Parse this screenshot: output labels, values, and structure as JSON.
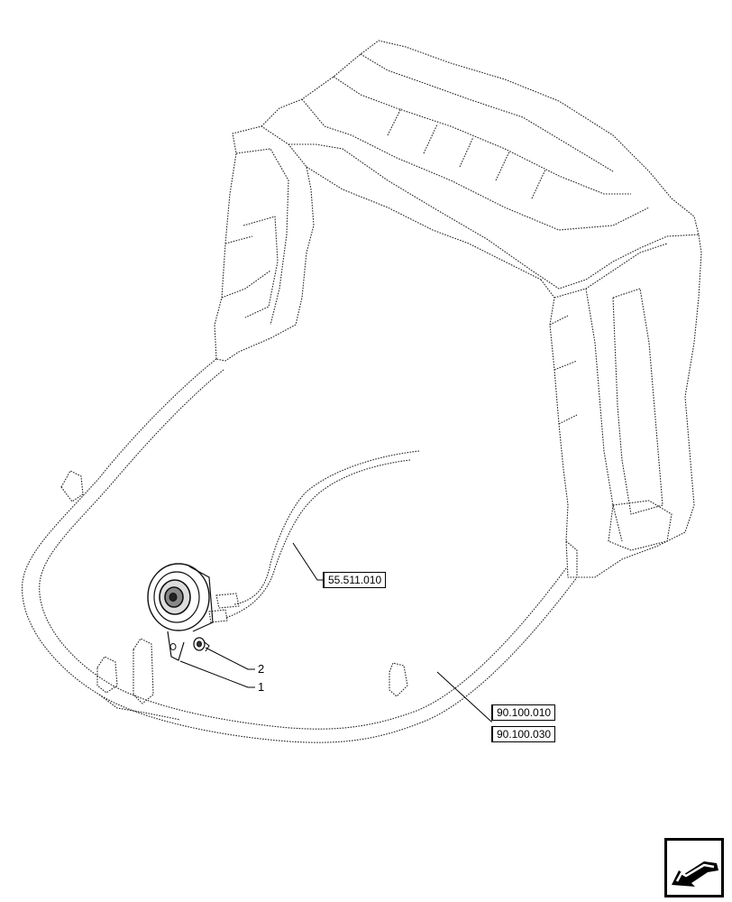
{
  "references": {
    "ref_55": "55.511.010",
    "ref_90_010": "90.100.010",
    "ref_90_030": "90.100.030"
  },
  "callouts": {
    "item_2": "2",
    "item_1": "1"
  },
  "icons": {
    "navigation": "previous-page-arrow-icon"
  }
}
